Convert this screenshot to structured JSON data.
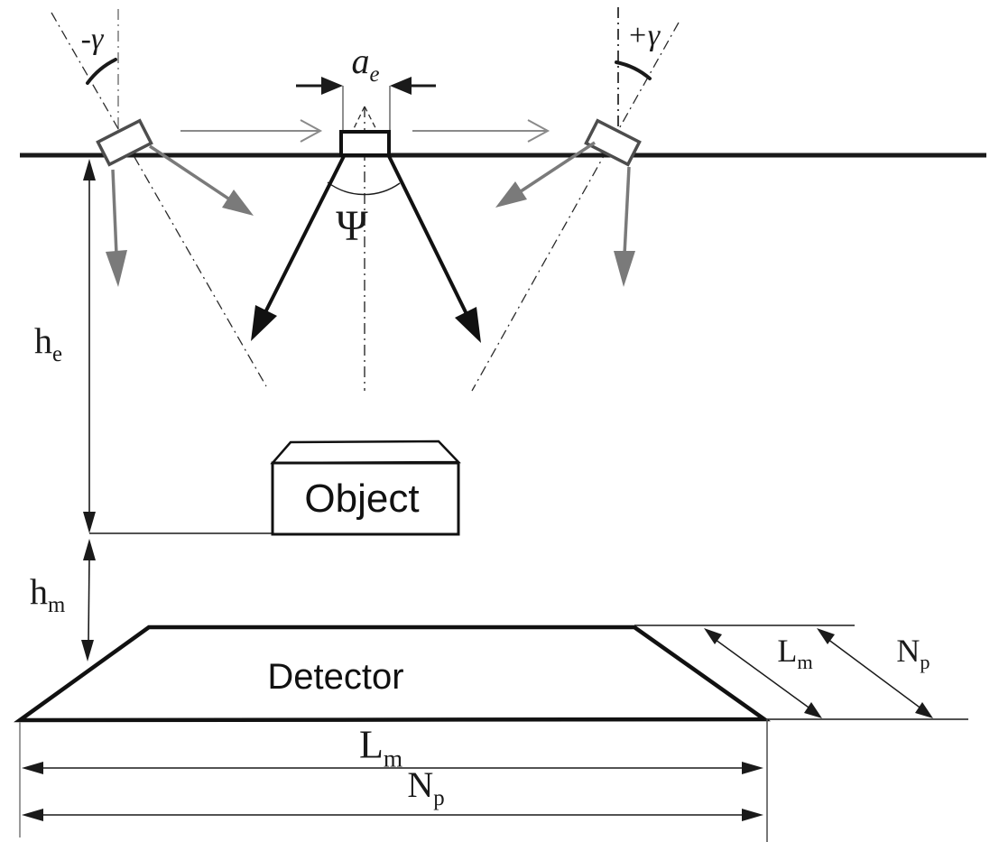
{
  "diagram": {
    "description": "Schematic of a steered ultrasonic emitter array above an object and a detector",
    "emitters": {
      "steer_negative": "-γ",
      "steer_positive": "+γ",
      "aperture": {
        "base": "a",
        "sub": "e"
      },
      "divergence_angle": "Ψ"
    },
    "distances": {
      "emitter_height": {
        "base": "h",
        "sub": "e"
      },
      "measurement_height": {
        "base": "h",
        "sub": "m"
      }
    },
    "object_label": "Object",
    "detector_label": "Detector",
    "detector_dims": {
      "length": {
        "base": "L",
        "sub": "m"
      },
      "pixels": {
        "base": "N",
        "sub": "p"
      }
    },
    "colors": {
      "ink": "#1a1a1a",
      "gray_arrow": "#7a7a7a",
      "light_gray": "#8f8f8f"
    }
  }
}
